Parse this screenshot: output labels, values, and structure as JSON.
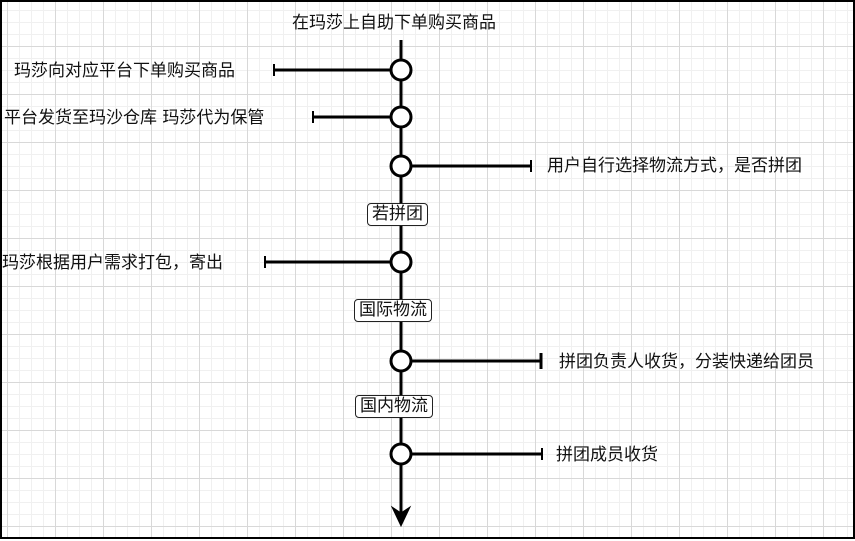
{
  "title": "在玛莎上自助下单购买商品",
  "steps": [
    {
      "id": "s1",
      "text": "玛莎向对应平台下单购买商品",
      "side": "left"
    },
    {
      "id": "s2",
      "text": "平台发货至玛沙仓库 玛莎代为保管",
      "side": "left"
    },
    {
      "id": "s3",
      "text": "用户自行选择物流方式，是否拼团",
      "side": "right"
    },
    {
      "id": "s4",
      "text": "玛莎根据用户需求打包，寄出",
      "side": "left"
    },
    {
      "id": "s5",
      "text": "拼团负责人收货，分装快递给团员",
      "side": "right"
    },
    {
      "id": "s6",
      "text": "拼团成员收货",
      "side": "right"
    }
  ],
  "tags": [
    {
      "id": "t1",
      "text": "若拼团"
    },
    {
      "id": "t2",
      "text": "国际物流"
    },
    {
      "id": "t3",
      "text": "国内物流"
    }
  ],
  "colors": {
    "line": "#000000",
    "grid_major": "#d8d8d8",
    "grid_minor": "#f0f0f0"
  }
}
